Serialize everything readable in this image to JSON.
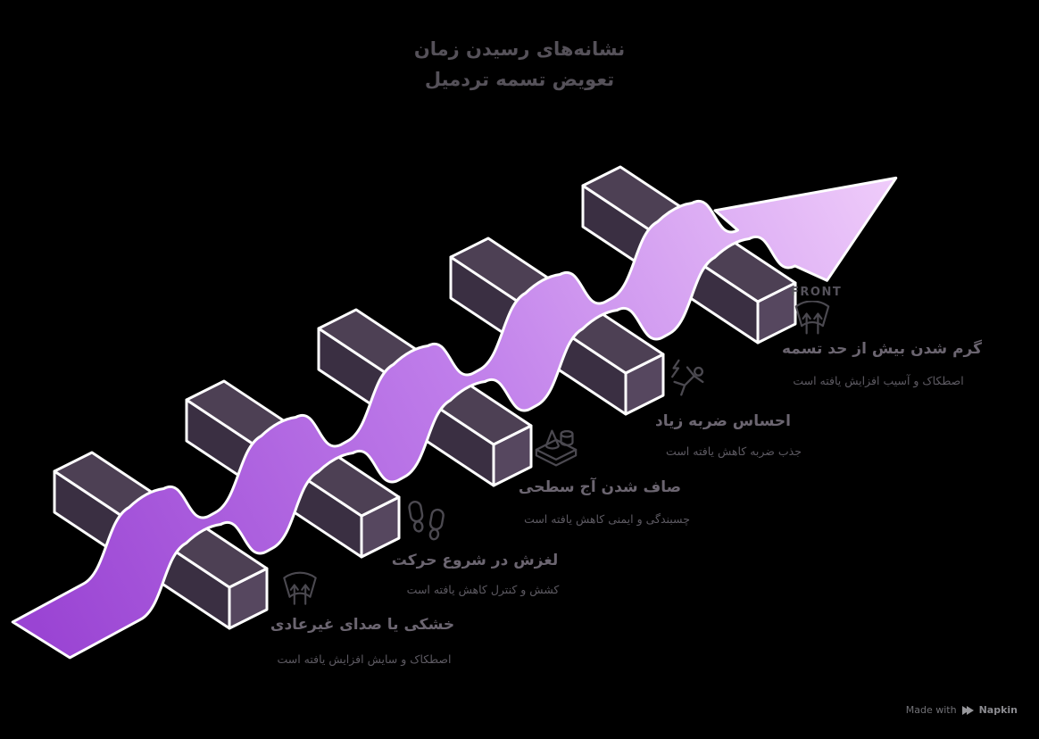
{
  "title": {
    "line1": "نشانه‌های رسیدن زمان",
    "line2": "تعویض تسمه تردمیل"
  },
  "labels": [
    {
      "icon": "defrost-arrows-icon",
      "title": "خشکی یا صدای غیرعادی",
      "subtitle": "اصطکاک و سایش افزایش یافته است"
    },
    {
      "icon": "footprints-icon",
      "title": "لغزش در شروع حرکت",
      "subtitle": "کشش و کنترل کاهش یافته است"
    },
    {
      "icon": "surface-tread-icon",
      "title": "صاف شدن آج سطحی",
      "subtitle": "چسبندگی و ایمنی کاهش یافته است"
    },
    {
      "icon": "impact-person-icon",
      "title": "احساس ضربه زیاد",
      "subtitle": "جذب ضربه کاهش یافته است"
    },
    {
      "icon": "defrost-arrows-icon",
      "tag": "FRONT",
      "title": "گرم شدن بیش از حد تسمه",
      "subtitle": "اصطکاک و آسیب افزایش یافته است"
    }
  ],
  "footer": {
    "made_with": "Made with",
    "brand": "Napkin"
  },
  "colors": {
    "bg": "#000000",
    "outline": "#ffffff",
    "ribbon_start": "#9a44d3",
    "ribbon_mid": "#bf7dea",
    "ribbon_end": "#efccfa",
    "block_top": "#4d4054",
    "block_side": "#3a2f42",
    "block_cap": "#56475f",
    "title": "#555159",
    "label_title": "#6b6570",
    "label_sub": "#5d5a62",
    "icon": "#4b4950",
    "front": "#55525b",
    "footer_text": "#717176",
    "footer_brand": "#8b8b90",
    "logo": "#97979b"
  }
}
